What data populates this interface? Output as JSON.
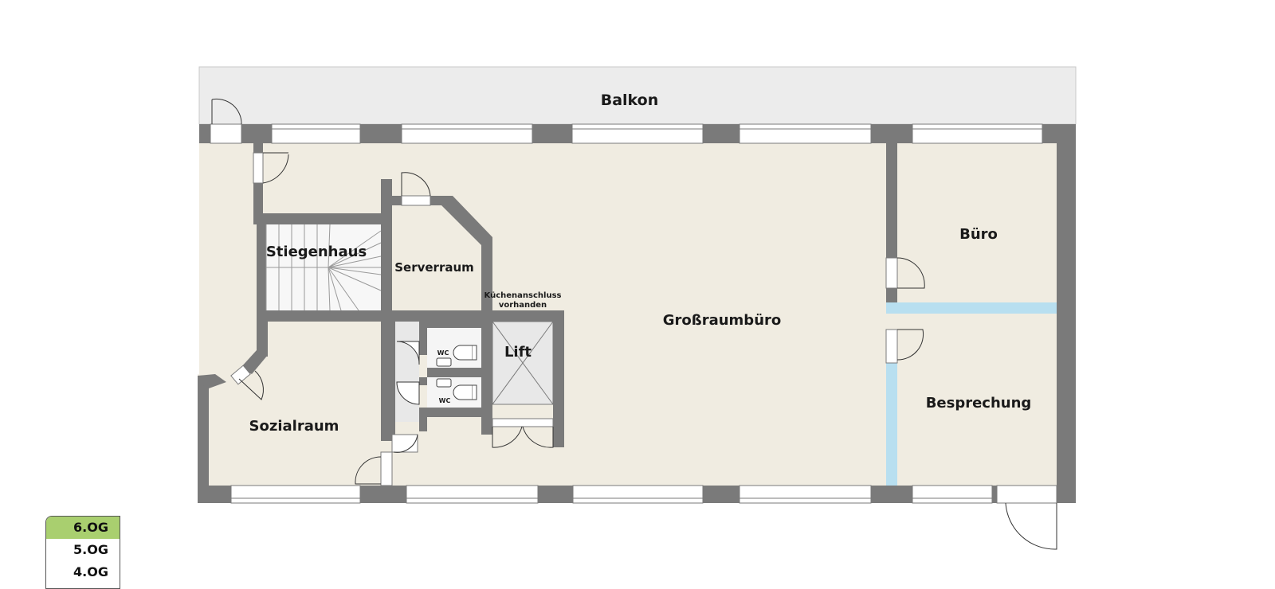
{
  "rooms": {
    "balkon": "Balkon",
    "stiegenhaus": "Stiegenhaus",
    "serverraum": "Serverraum",
    "kuechen_line1": "Küchenanschluss",
    "kuechen_line2": "vorhanden",
    "lift": "Lift",
    "wc1": "WC",
    "wc2": "WC",
    "grossraumbuero": "Großraumbüro",
    "buero": "Büro",
    "besprechung": "Besprechung",
    "sozialraum": "Sozialraum"
  },
  "floors": [
    {
      "label": "6.OG",
      "active": true
    },
    {
      "label": "5.OG",
      "active": false
    },
    {
      "label": "4.OG",
      "active": false
    }
  ],
  "colors": {
    "wall": "#7a7a7a",
    "floor": "#f0ece1",
    "balcony": "#ececec",
    "glass_partition": "#b8dff0",
    "active_floor": "#a9cf6f"
  }
}
